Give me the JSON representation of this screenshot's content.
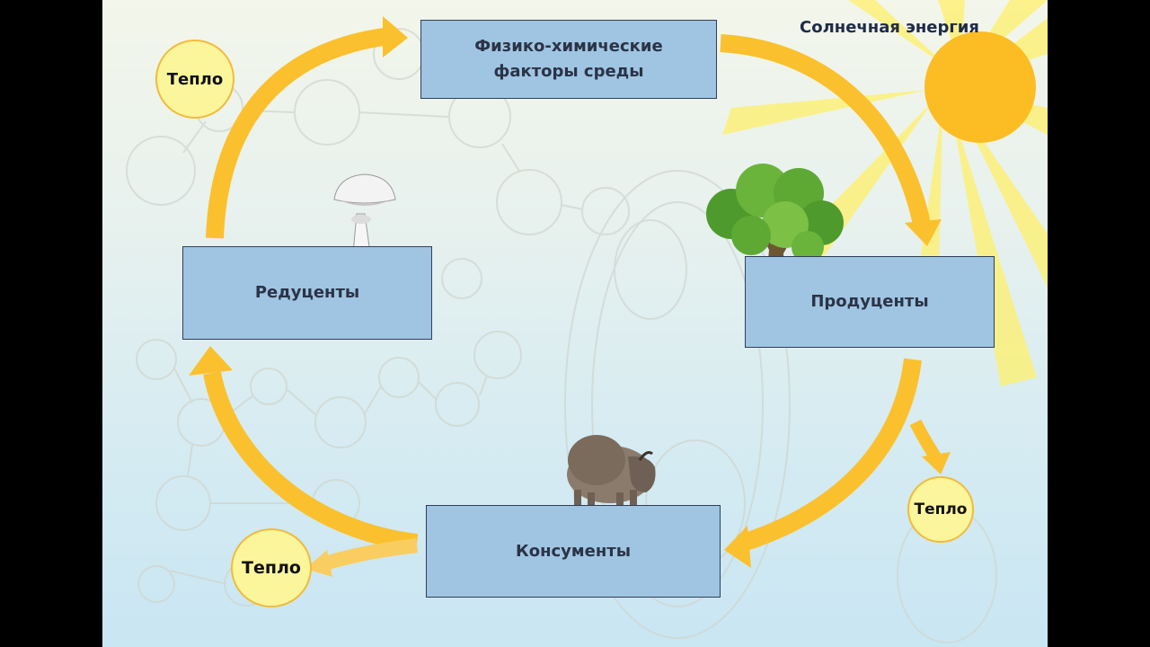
{
  "sun_label": "Солнечная энергия",
  "nodes": {
    "environment": {
      "line1": "Физико-химические",
      "line2": "факторы среды"
    },
    "producers": "Продуценты",
    "consumers": "Консументы",
    "reducers": "Редуценты"
  },
  "heat_labels": [
    "Тепло",
    "Тепло",
    "Тепло"
  ],
  "colors": {
    "arrow": "#fbc02d",
    "box_fill": "#9fc5e2",
    "sun": "#fbbd23",
    "heat_fill": "#fbf59c"
  }
}
